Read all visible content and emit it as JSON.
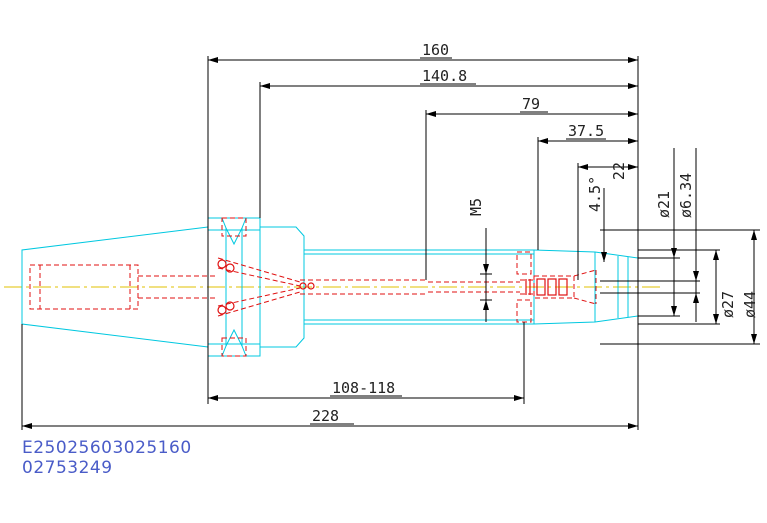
{
  "colors": {
    "outline": "#00c8e0",
    "hidden": "#e01010",
    "dimension": "#000000",
    "center": "#e0c000",
    "code_text": "#4a5cc8"
  },
  "dimensions": {
    "d160": "160",
    "d140_8": "140.8",
    "d79": "79",
    "d37_5": "37.5",
    "d22": "22",
    "d108_118": "108-118",
    "d228": "228",
    "m5": "M5",
    "angle": "4.5°",
    "dia21": "ø21",
    "dia6_34": "ø6.34",
    "dia27": "ø27",
    "dia44": "ø44"
  },
  "codes": {
    "part_number": "E25025603025160",
    "order_number": "02753249"
  }
}
